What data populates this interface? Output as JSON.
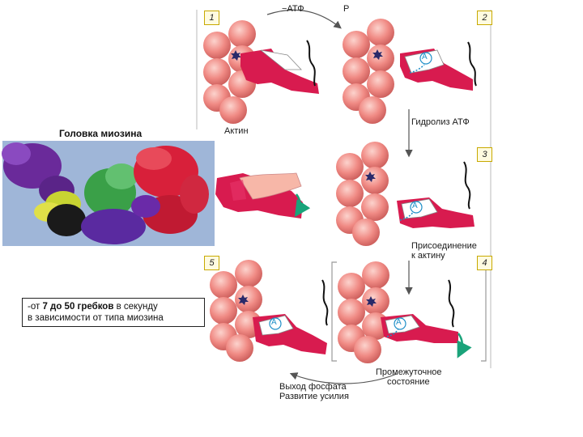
{
  "labels": {
    "minus_atp": "−АТФ",
    "p_top": "Р",
    "actin": "Актин",
    "atp_hydrolysis": "Гидролиз АТФ",
    "attach_1": "Присоединение",
    "attach_2": "к актину",
    "intermediate_1": "Промежуточное",
    "intermediate_2": "состояние",
    "phosphate_1": "Выход фосфата",
    "phosphate_2": "Развитие усилия",
    "myosin_head": "Головка миозина",
    "adp": "A"
  },
  "steps": [
    "1",
    "2",
    "3",
    "4",
    "5"
  ],
  "note": {
    "prefix": "-от ",
    "bold": "7 до 50 гребков",
    "suffix": " в секунду",
    "line2": "в зависимости от типа миозина"
  },
  "colors": {
    "actin": "#f08a84",
    "myosin": "#d81b4f",
    "lever_light": "#f7b7a8",
    "arrow_green": "#1aa37a",
    "star": "#2a2a6a",
    "adp": "#1e8fc8"
  }
}
